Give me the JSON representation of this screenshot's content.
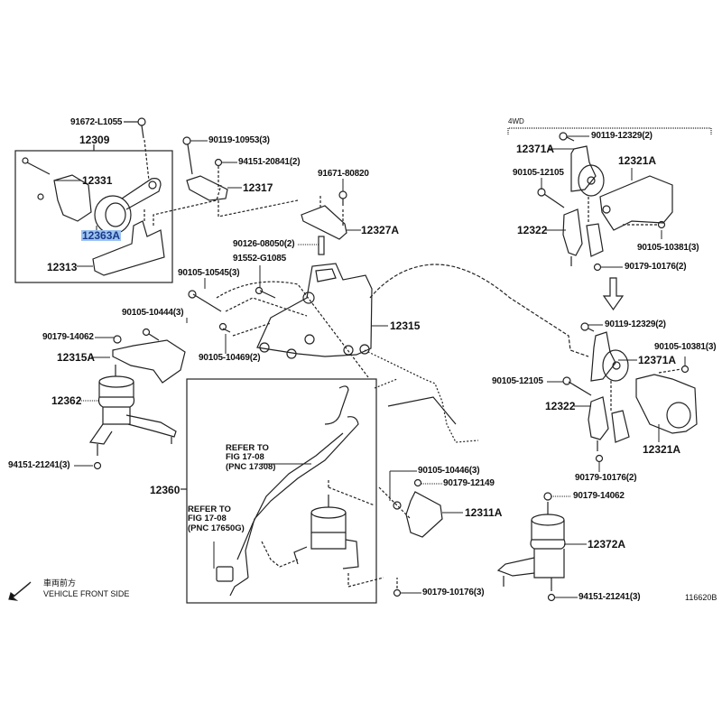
{
  "diagram": {
    "figure_id": "116620B",
    "variant_label": "4WD",
    "direction": {
      "jp": "車両前方",
      "en": "VEHICLE FRONT SIDE"
    },
    "highlight_color": "#9cc3f0",
    "labels": {
      "p91672_L1055": "91672-L1055",
      "p12309": "12309",
      "p12331": "12331",
      "p12363A": "12363A",
      "p12313": "12313",
      "p90119_10953": "90119-10953(3)",
      "p94151_20841": "94151-20841(2)",
      "p12317": "12317",
      "p91671_80820": "91671-80820",
      "p12327A": "12327A",
      "p90126_08050": "90126-08050(2)",
      "p91552_G1085": "91552-G1085",
      "p90105_10545": "90105-10545(3)",
      "p90105_10444": "90105-10444(3)",
      "p90179_14062_l": "90179-14062",
      "p12315A": "12315A",
      "p90105_10469": "90105-10469(2)",
      "p12315": "12315",
      "p12362": "12362",
      "p94151_21241_l": "94151-21241(3)",
      "p12360": "12360",
      "refer1": [
        "REFER TO",
        "FIG 17-08",
        "(PNC 17308)"
      ],
      "refer2": [
        "REFER TO",
        "FIG 17-08",
        "(PNC 17650G)"
      ],
      "p90105_10446": "90105-10446(3)",
      "p90179_12149": "90179-12149",
      "p12311A": "12311A",
      "p90179_10176_3": "90179-10176(3)",
      "p90179_14062_r": "90179-14062",
      "p12372A": "12372A",
      "p94151_21241_r": "94151-21241(3)",
      "a_90119_12329": "90119-12329(2)",
      "a_12371A": "12371A",
      "a_90105_12105": "90105-12105",
      "a_12321A": "12321A",
      "a_12322": "12322",
      "a_90105_10381": "90105-10381(3)",
      "a_90179_10176": "90179-10176(2)",
      "b_90119_12329": "90119-12329(2)",
      "b_90105_10381": "90105-10381(3)",
      "b_12371A": "12371A",
      "b_90105_12105": "90105-12105",
      "b_12322": "12322",
      "b_12321A": "12321A",
      "b_90179_10176": "90179-10176(2)"
    }
  }
}
